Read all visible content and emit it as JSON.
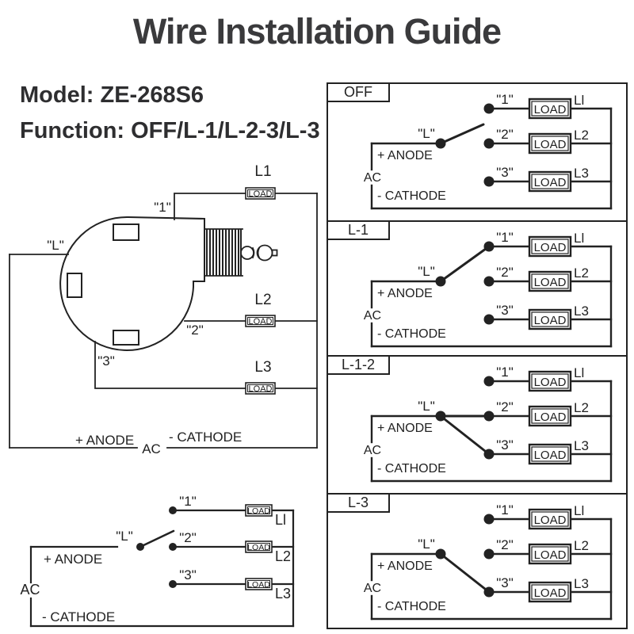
{
  "title": "Wire Installation Guide",
  "model_line": "Model: ZE-268S6",
  "function_line": "Function: OFF/L-1/L-2-3/L-3",
  "labels": {
    "l": "\"L\"",
    "t1": "\"1\"",
    "t2": "\"2\"",
    "t3": "\"3\"",
    "load": "LOAD",
    "anode": "+ ANODE",
    "cathode": "- CATHODE",
    "ac": "AC"
  },
  "main_outputs": {
    "l1": "L1",
    "l2": "L2",
    "l3": "L3"
  },
  "outputs_plain": {
    "l1": "Ll",
    "l2": "L2",
    "l3": "L3"
  },
  "panels": [
    {
      "label": "OFF",
      "connected_terminals": []
    },
    {
      "label": "L-1",
      "connected_terminals": [
        "1"
      ]
    },
    {
      "label": "L-1-2",
      "connected_terminals": [
        "2",
        "3"
      ]
    },
    {
      "label": "L-3",
      "connected_terminals": [
        "3"
      ]
    }
  ],
  "colors": {
    "ink": "#222222",
    "title_text": "#3a3a3c",
    "body_text": "#2e2e30",
    "background": "#ffffff"
  }
}
